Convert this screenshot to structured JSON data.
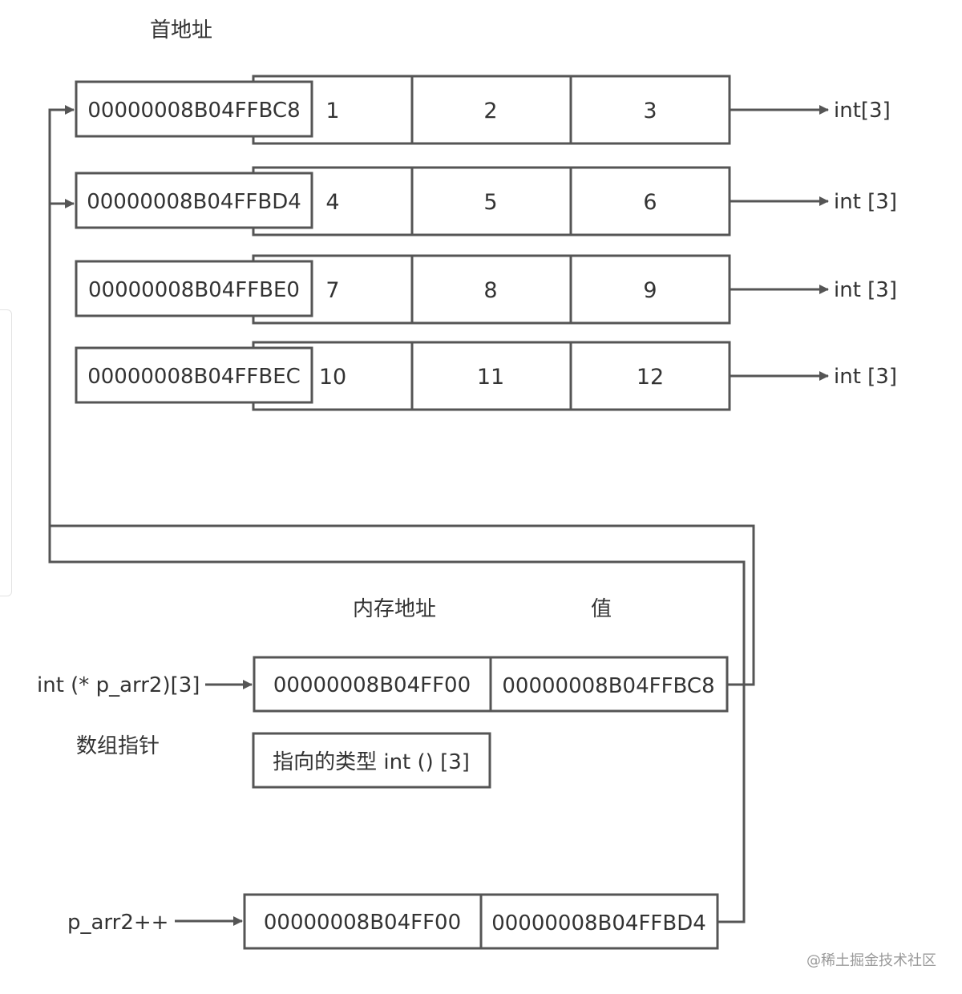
{
  "header": {
    "base_address_label": "首地址"
  },
  "rows": [
    {
      "address": "00000008B04FFBC8",
      "values": [
        "1",
        "2",
        "3"
      ],
      "type": "int[3]"
    },
    {
      "address": "00000008B04FFBD4",
      "values": [
        "4",
        "5",
        "6"
      ],
      "type": "int [3]"
    },
    {
      "address": "00000008B04FFBE0",
      "values": [
        "7",
        "8",
        "9"
      ],
      "type": "int [3]"
    },
    {
      "address": "00000008B04FFBEC",
      "values": [
        "10",
        "11",
        "12"
      ],
      "type": "int [3]"
    }
  ],
  "columns": {
    "memory_address": "内存地址",
    "value": "值"
  },
  "pointer": {
    "declaration": "int (* p_arr2)[3]",
    "caption": "数组指针",
    "address": "00000008B04FF00",
    "value": "00000008B04FFBC8",
    "pointed_type": "指向的类型 int () [3]"
  },
  "increment": {
    "expression": "p_arr2++",
    "address": "00000008B04FF00",
    "value": "00000008B04FFBD4"
  },
  "watermark": "@稀土掘金技术社区"
}
